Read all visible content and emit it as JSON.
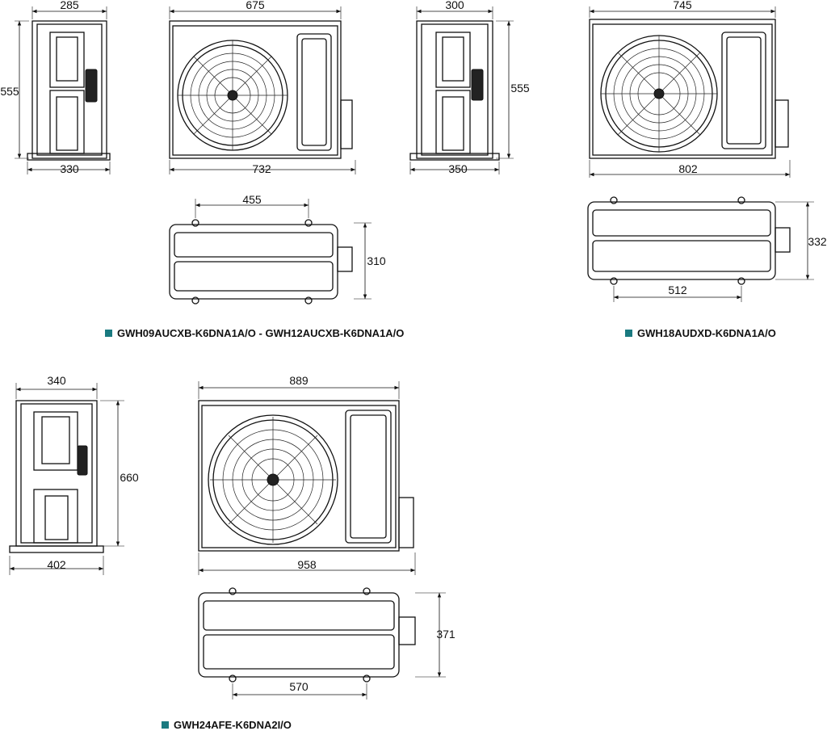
{
  "accent_color": "#1a7a80",
  "groups": [
    {
      "model": "GWH09AUCXB-K6DNA1A/O - GWH12AUCXB-K6DNA1A/O",
      "side_width": "285",
      "side_height": "555",
      "side_base": "330",
      "front_width": "675",
      "front_base": "732",
      "top_mounting": "455",
      "top_depth": "310"
    },
    {
      "model": "GWH18AUDXD-K6DNA1A/O",
      "side_width": "300",
      "side_height": "555",
      "side_base": "350",
      "front_width": "745",
      "front_base": "802",
      "top_mounting": "512",
      "top_depth": "332"
    },
    {
      "model": "GWH24AFE-K6DNA2I/O",
      "side_width": "340",
      "side_height": "660",
      "side_base": "402",
      "front_width": "889",
      "front_base": "958",
      "top_mounting": "570",
      "top_depth": "371"
    }
  ]
}
